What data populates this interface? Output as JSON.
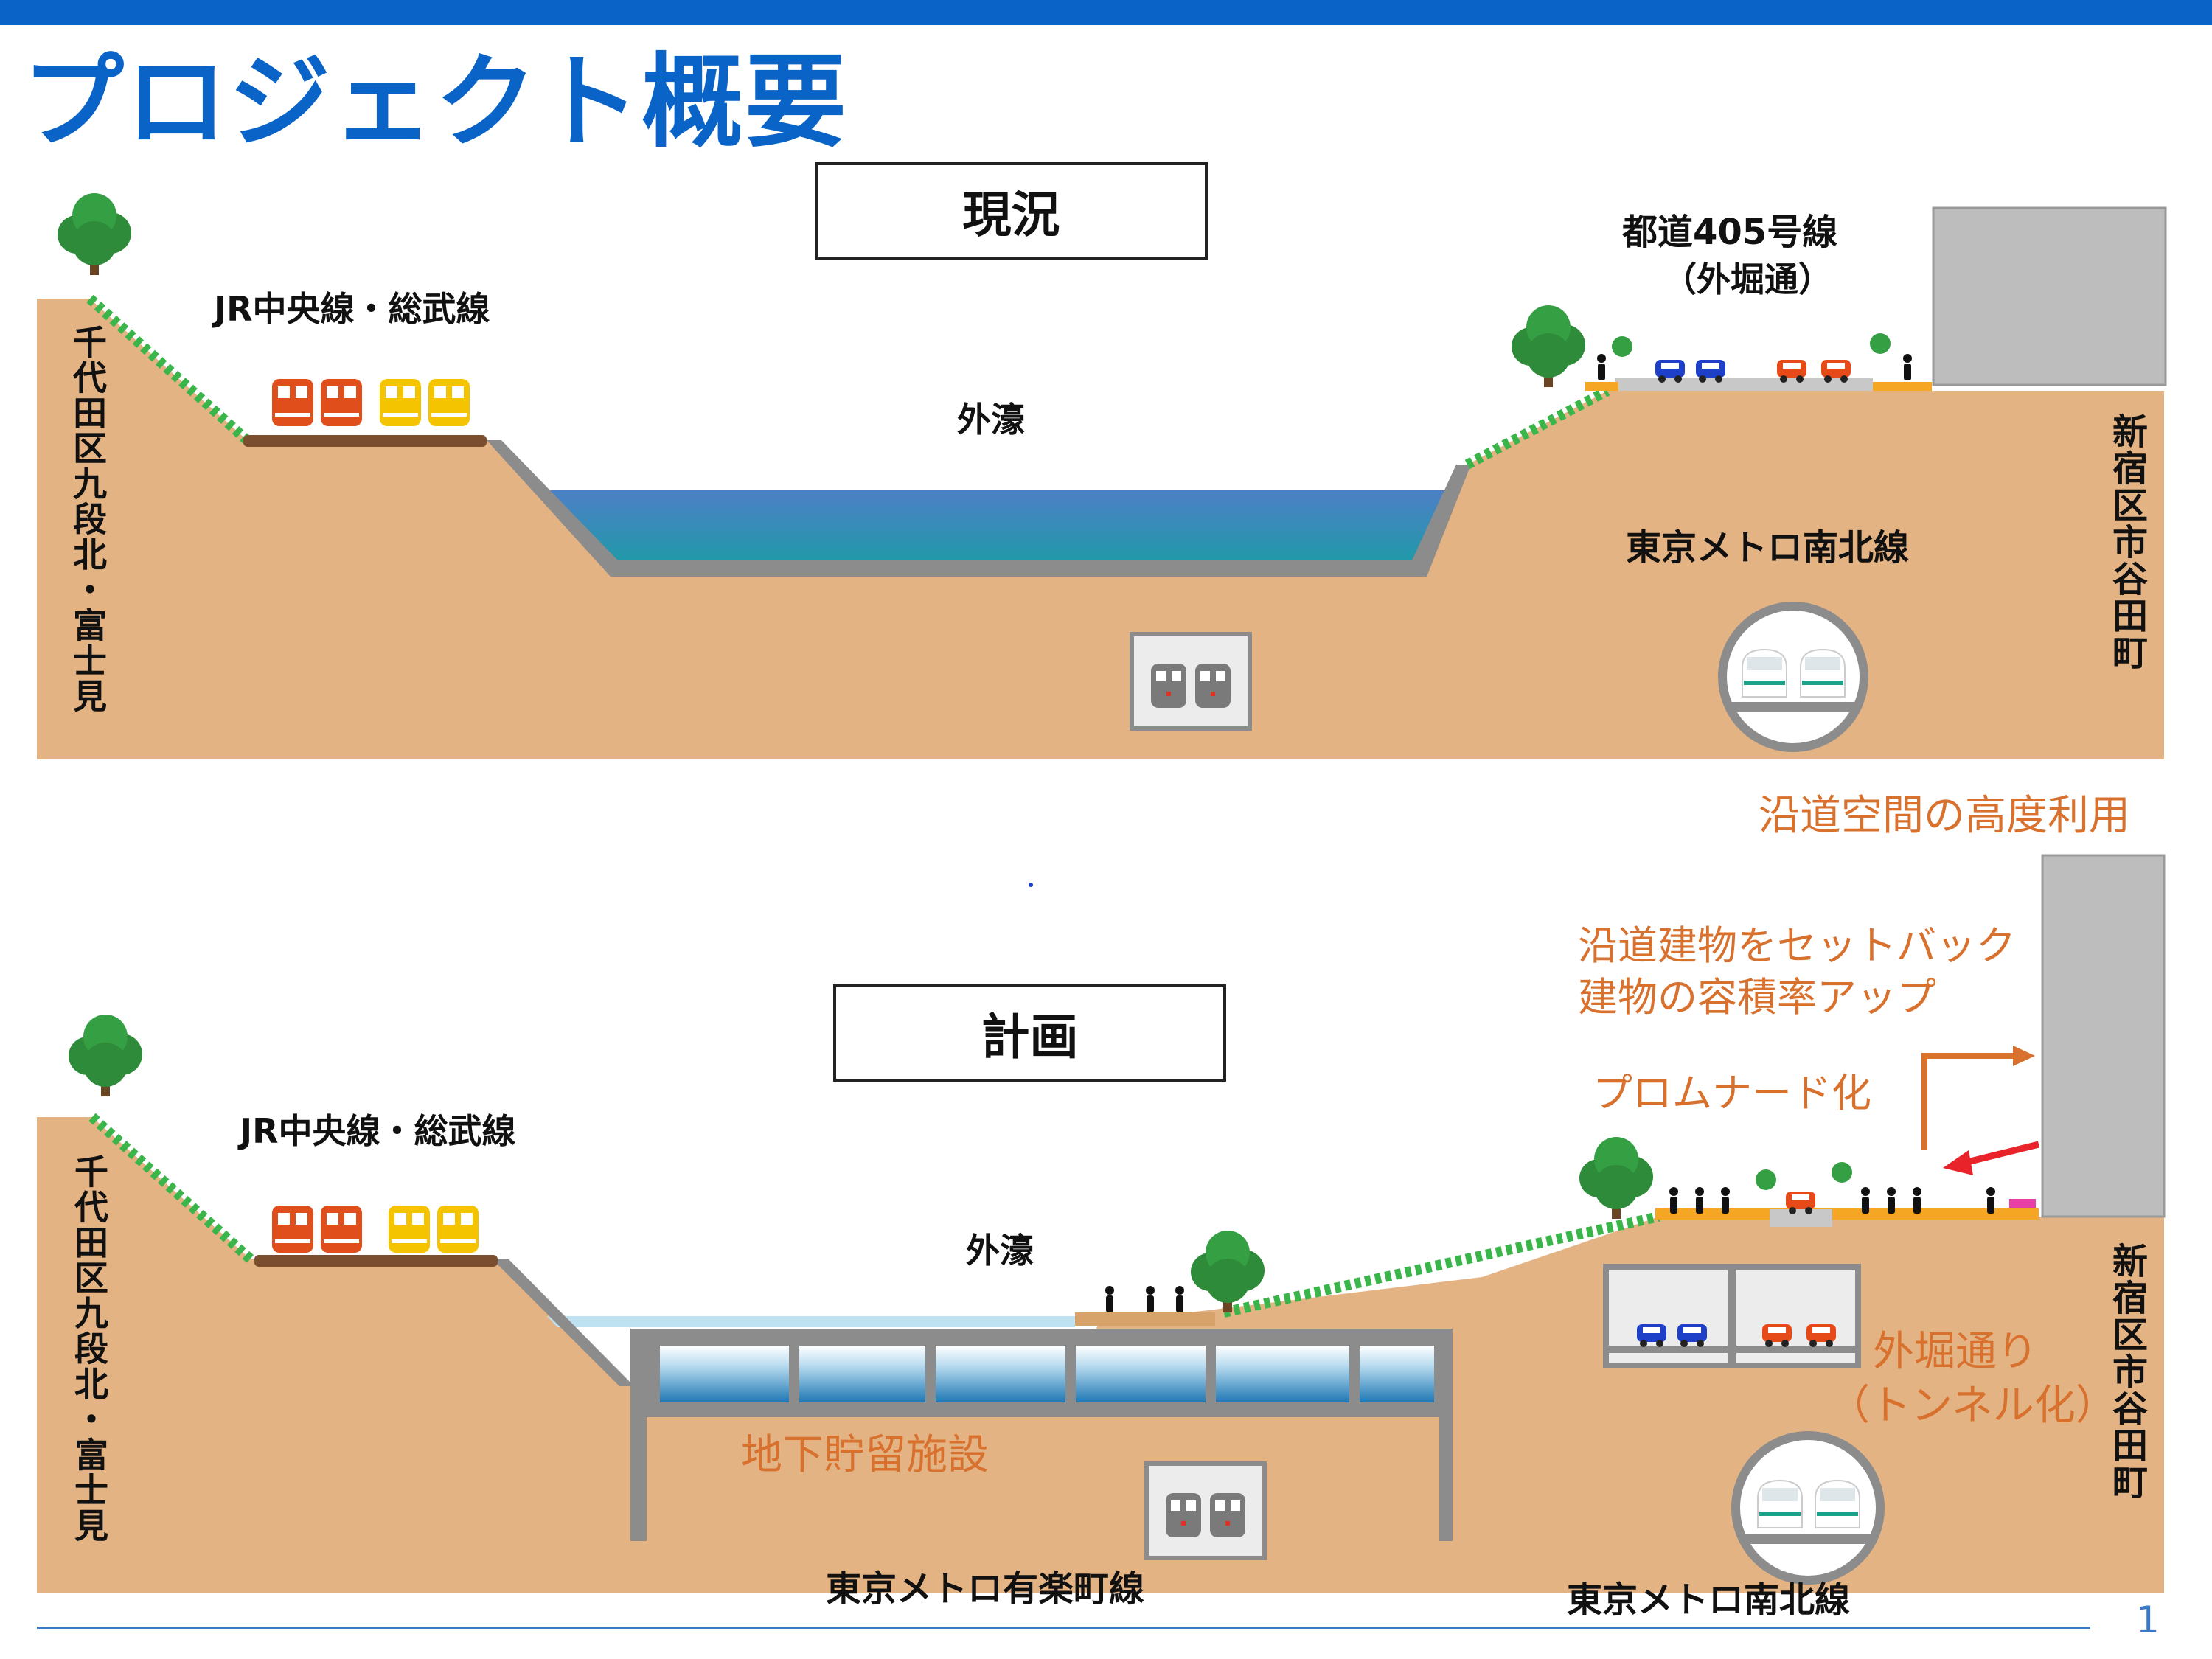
{
  "title": "プロジェクト概要",
  "colors": {
    "accent_blue": "#0a64c8",
    "ground": "#e3b383",
    "water": "#2f7ea6",
    "orange_text": "#d9712e",
    "concrete": "#8c8c8c",
    "building": "#bdbdbd"
  },
  "current": {
    "heading": "現況",
    "left_area": "千代田区九段北・富士見",
    "right_area": "新宿区市谷田町",
    "jr_line": "JR中央線・総武線",
    "moat": "外濠",
    "road_name": "都道405号線",
    "road_alias": "（外堀通）",
    "metro_nanboku": "東京メトロ南北線"
  },
  "plan": {
    "heading": "計画",
    "left_area": "千代田区九段北・富士見",
    "right_area": "新宿区市谷田町",
    "jr_line": "JR中央線・総武線",
    "moat": "外濠",
    "storage": "地下貯留施設",
    "metro_yurakucho": "東京メトロ有楽町線",
    "metro_nanboku": "東京メトロ南北線",
    "road_tunnel_1": "外堀通り",
    "road_tunnel_2": "（トンネル化）",
    "promenade": "プロムナード化",
    "setback_1": "沿道建物をセットバック",
    "setback_2": "建物の容積率アップ",
    "roadside_use": "沿道空間の高度利用"
  },
  "page_number": "1"
}
